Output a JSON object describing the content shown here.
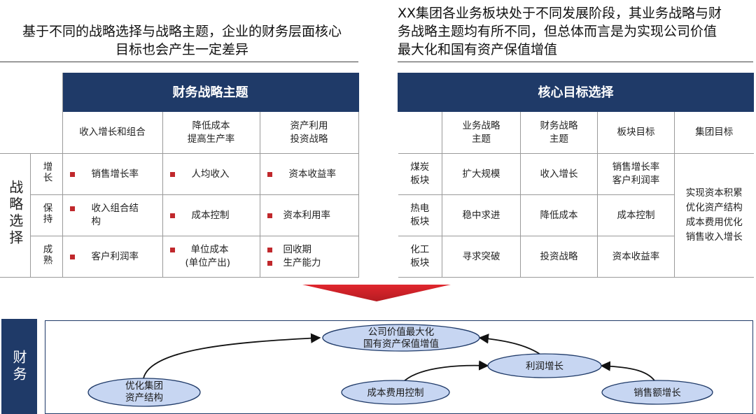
{
  "headings": {
    "left": [
      "基于不同的战略选择与战略主题，企业的财务层面核心",
      "目标也会产生一定差异"
    ],
    "right": [
      "XX集团各业务板块处于不同发展阶段，其业务战略与财",
      "务战略主题均有所不同，但总体而言是为实现公司价值",
      "最大化和国有资产保值增值"
    ]
  },
  "left_table": {
    "title": "财务战略主题",
    "row_group_label": "战略选择",
    "columns": [
      "收入增长和组合",
      "降低成本\n提高生产率",
      "资产利用\n投资战略"
    ],
    "rows": [
      {
        "label": "增长",
        "cells": [
          [
            "销售增长率"
          ],
          [
            "人均收入"
          ],
          [
            "资本收益率"
          ]
        ]
      },
      {
        "label": "保持",
        "cells": [
          [
            "收入组合结",
            "构"
          ],
          [
            "成本控制"
          ],
          [
            "资本利用率"
          ]
        ]
      },
      {
        "label": "成熟",
        "cells": [
          [
            "客户利润率"
          ],
          [
            "单位成本",
            "(单位产出)"
          ],
          [
            "回收期",
            "生产能力"
          ]
        ]
      }
    ]
  },
  "right_table": {
    "title": "核心目标选择",
    "columns": [
      "业务战略\n主题",
      "财务战略\n主题",
      "板块目标",
      "集团目标"
    ],
    "rows": [
      {
        "label": "煤炭\n板块",
        "business": "扩大规模",
        "finance": "收入增长",
        "target": "销售增长率\n客户利润率"
      },
      {
        "label": "热电\n板块",
        "business": "稳中求进",
        "finance": "降低成本",
        "target": "成本控制"
      },
      {
        "label": "化工\n板块",
        "business": "寻求突破",
        "finance": "投资战略",
        "target": "资本收益率"
      }
    ],
    "group_target": [
      "实现资本积累",
      "优化资产结构",
      "成本费用优化",
      "销售收入增长"
    ]
  },
  "flow": {
    "side_label": "财务",
    "nodes": {
      "top": [
        "公司价值最大化",
        "国有资产保值增值"
      ],
      "profit": [
        "利润增长"
      ],
      "cost": [
        "成本费用控制"
      ],
      "sales": [
        "销售额增长"
      ],
      "assets": [
        "优化集团",
        "资产结构"
      ]
    }
  },
  "colors": {
    "navy": "#1f3a68",
    "red": "#c0282c",
    "node_fill": "#c7d6f2",
    "arrow_red": "#e0262d"
  }
}
